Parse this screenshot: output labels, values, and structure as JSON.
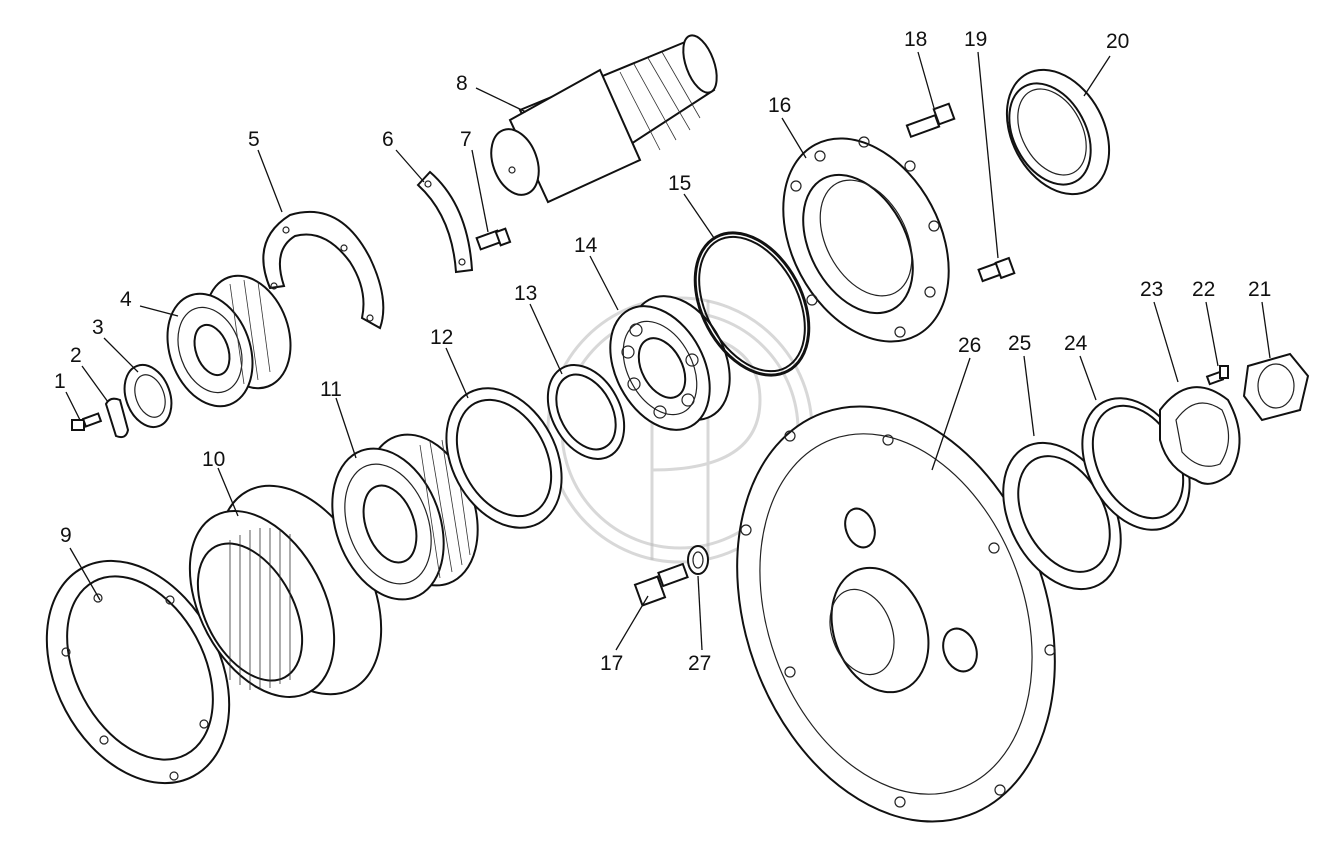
{
  "figure": {
    "type": "exploded-parts-diagram",
    "parts": [
      {
        "id": "p1",
        "label": "1"
      },
      {
        "id": "p2",
        "label": "2"
      },
      {
        "id": "p3",
        "label": "3"
      },
      {
        "id": "p4",
        "label": "4"
      },
      {
        "id": "p5",
        "label": "5"
      },
      {
        "id": "p6",
        "label": "6"
      },
      {
        "id": "p7",
        "label": "7"
      },
      {
        "id": "p8",
        "label": "8"
      },
      {
        "id": "p9",
        "label": "9"
      },
      {
        "id": "p10",
        "label": "10"
      },
      {
        "id": "p11",
        "label": "11"
      },
      {
        "id": "p12",
        "label": "12"
      },
      {
        "id": "p13",
        "label": "13"
      },
      {
        "id": "p14",
        "label": "14"
      },
      {
        "id": "p15",
        "label": "15"
      },
      {
        "id": "p16",
        "label": "16"
      },
      {
        "id": "p17",
        "label": "17"
      },
      {
        "id": "p18",
        "label": "18"
      },
      {
        "id": "p19",
        "label": "19"
      },
      {
        "id": "p20",
        "label": "20"
      },
      {
        "id": "p21",
        "label": "21"
      },
      {
        "id": "p22",
        "label": "22"
      },
      {
        "id": "p23",
        "label": "23"
      },
      {
        "id": "p24",
        "label": "24"
      },
      {
        "id": "p25",
        "label": "25"
      },
      {
        "id": "p26",
        "label": "26"
      },
      {
        "id": "p27",
        "label": "27"
      }
    ]
  }
}
